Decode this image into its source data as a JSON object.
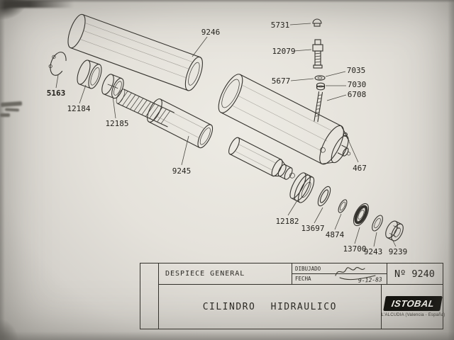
{
  "parts": [
    {
      "id": "9246"
    },
    {
      "id": "5731"
    },
    {
      "id": "12079"
    },
    {
      "id": "7035"
    },
    {
      "id": "5677"
    },
    {
      "id": "7030"
    },
    {
      "id": "6708"
    },
    {
      "id": "5163"
    },
    {
      "id": "12184"
    },
    {
      "id": "12185"
    },
    {
      "id": "9245"
    },
    {
      "id": "467"
    },
    {
      "id": "12182"
    },
    {
      "id": "13697"
    },
    {
      "id": "4874"
    },
    {
      "id": "13700"
    },
    {
      "id": "9243"
    },
    {
      "id": "9239"
    }
  ],
  "title_block": {
    "section_title": "DESPIECE GENERAL",
    "drawn_label": "DIBUJADO",
    "date_label": "FECHA",
    "date_value": "9-12-83",
    "drawing_number": "Nº 9240",
    "main_title": "CILINDRO HIDRAULICO",
    "brand": "ISTOBAL",
    "brand_location": "L'ALCUDIA (Valencia - España)"
  },
  "colors": {
    "ink": "#35332e",
    "paper": "#e5e2db",
    "logo_bg": "#14130f"
  }
}
